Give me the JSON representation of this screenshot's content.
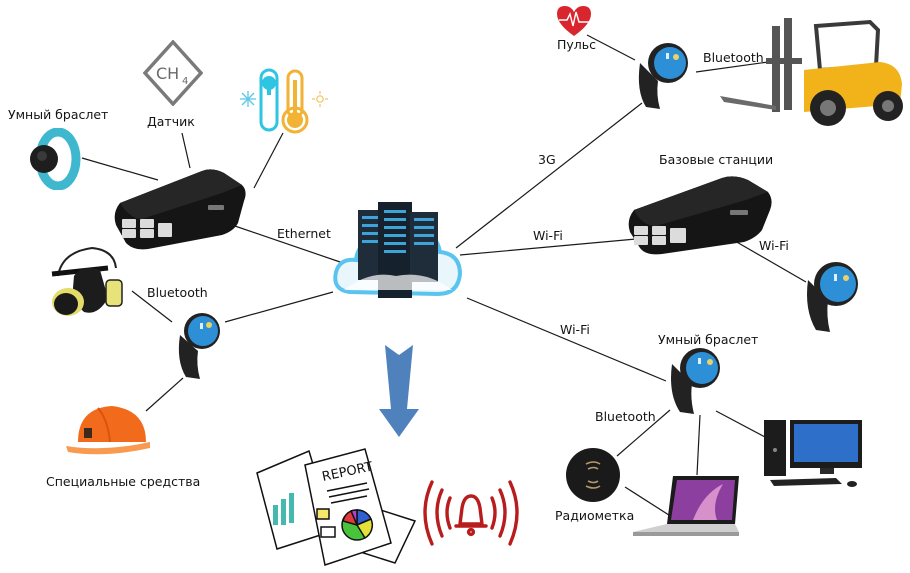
{
  "diagram": {
    "title": "",
    "nodes": {
      "bracelet_left": {
        "label": "Умный браслет"
      },
      "methane_sensor": {
        "label": "Датчик",
        "icon_text": "CH",
        "icon_sub": "4"
      },
      "thermometer": {
        "label": ""
      },
      "gateway_left": {
        "label": ""
      },
      "respirator": {
        "label": ""
      },
      "watch_left": {
        "label": ""
      },
      "helmet": {
        "label": "Специальные средства"
      },
      "cloud_server": {
        "label": ""
      },
      "pulse": {
        "label": "Пульс"
      },
      "watch_top": {
        "label": ""
      },
      "forklift": {
        "label": ""
      },
      "base_station": {
        "label": "Базовые станции"
      },
      "watch_right": {
        "label": ""
      },
      "watch_bottom": {
        "label": "Умный браслет"
      },
      "rfid_tag": {
        "label": "Радиометка"
      },
      "laptop": {
        "label": ""
      },
      "desktop": {
        "label": ""
      },
      "report": {
        "label": "",
        "icon_text": "REPORT"
      },
      "alarm": {
        "label": ""
      }
    },
    "edges": [
      {
        "from": "gateway_left",
        "to": "cloud_server",
        "label": "Ethernet"
      },
      {
        "from": "watch_left",
        "to": "cloud_server",
        "label": ""
      },
      {
        "from": "respirator",
        "to": "watch_left",
        "label": "Bluetooth"
      },
      {
        "from": "helmet",
        "to": "watch_left",
        "label": ""
      },
      {
        "from": "bracelet_left",
        "to": "gateway_left",
        "label": ""
      },
      {
        "from": "methane_sensor",
        "to": "gateway_left",
        "label": ""
      },
      {
        "from": "thermometer",
        "to": "gateway_left",
        "label": ""
      },
      {
        "from": "cloud_server",
        "to": "watch_top",
        "label": "3G"
      },
      {
        "from": "pulse",
        "to": "watch_top",
        "label": ""
      },
      {
        "from": "watch_top",
        "to": "forklift",
        "label": "Bluetooth"
      },
      {
        "from": "cloud_server",
        "to": "base_station",
        "label": "Wi-Fi"
      },
      {
        "from": "base_station",
        "to": "watch_right",
        "label": "Wi-Fi"
      },
      {
        "from": "cloud_server",
        "to": "watch_bottom",
        "label": "Wi-Fi"
      },
      {
        "from": "watch_bottom",
        "to": "rfid_tag",
        "label": "Bluetooth"
      },
      {
        "from": "watch_bottom",
        "to": "laptop",
        "label": ""
      },
      {
        "from": "watch_bottom",
        "to": "desktop",
        "label": ""
      },
      {
        "from": "rfid_tag",
        "to": "laptop",
        "label": ""
      },
      {
        "from": "cloud_server",
        "to": "report",
        "label": "",
        "style": "arrow"
      }
    ],
    "colors": {
      "arrow": "#4f81bd",
      "cloud": "#5bc4ee",
      "alarm": "#b81c1c",
      "pulse": "#d9262e",
      "helmet": "#f26a1b",
      "bracelet": "#3fb8cf",
      "thermo_cold": "#2ec5e2",
      "thermo_hot": "#f2b233",
      "forklift": "#f2b21a",
      "screen": "#2d8fd5"
    }
  }
}
